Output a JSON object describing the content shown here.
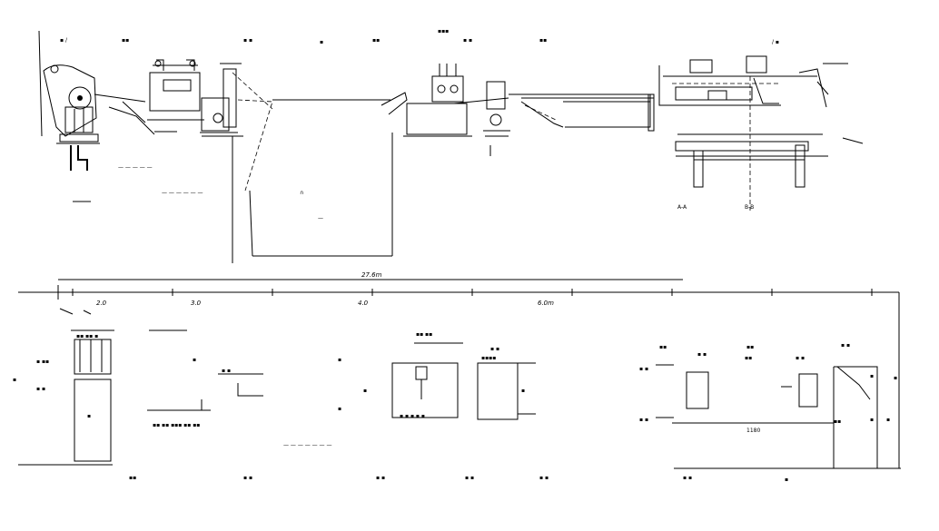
{
  "drawing": {
    "title": "",
    "labels": {
      "total_dimension": "27.6m",
      "seg_1": "2.0",
      "seg_2": "3.0",
      "seg_3": "4.0",
      "seg_4": "6.0m",
      "label_aa": "A-A",
      "label_bb": "B-B",
      "note_a": "5000",
      "note_b": "1180"
    },
    "colors": {
      "ink": "#000000",
      "paper": "#ffffff"
    }
  }
}
